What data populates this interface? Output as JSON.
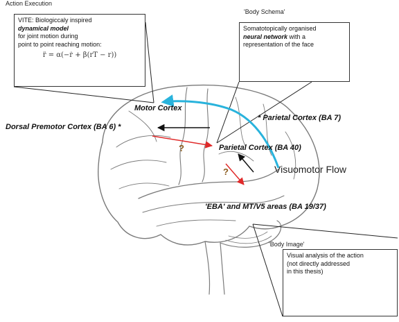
{
  "captions": {
    "action_execution": "Action Execution",
    "body_schema": "'Body Schema'",
    "body_image": "'Body Image'"
  },
  "boxes": {
    "vite": {
      "line1": "VITE: Biologiccaly inspired",
      "line2_em": "dynamical model",
      "line3": "for joint motion during",
      "line4": "point to point reaching motion:",
      "equation": "r̈ = α(−ṙ + β(rT − r))"
    },
    "schema": {
      "line1": "Somatotopically organised",
      "line2_em": "neural network",
      "line2_rest": " with a",
      "line3": "representation of the face"
    },
    "image": {
      "line1": "Visual analysis of the action",
      "line2": "(not directly addressed",
      "line3": "in this thesis)"
    }
  },
  "regions": {
    "motor_cortex": "Motor Cortex",
    "dorsal_premotor": "Dorsal Premotor Cortex (BA 6) *",
    "parietal_7": "* Parietal Cortex (BA 7)",
    "parietal_40": "Parietal Cortex (BA 40)",
    "eba": "'EBA' and MT/V5 areas (BA 19/37)"
  },
  "question_marks": [
    "?",
    "?"
  ],
  "flow_label": "Visuomotor Flow",
  "colors": {
    "flow_arrow": "#29b3dc",
    "red_arrow": "#e02a2a",
    "black_arrow": "#111111",
    "brain_stroke": "#7a7a7a",
    "question_mark": "#8a5a1c"
  }
}
